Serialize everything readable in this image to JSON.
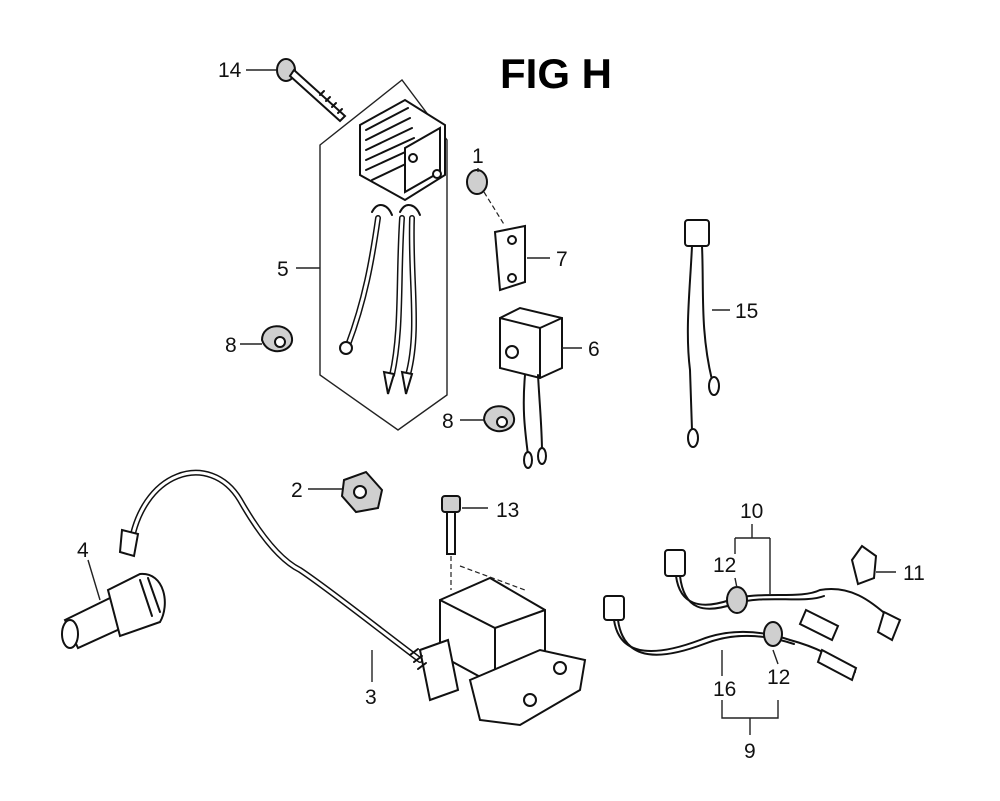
{
  "title": "FIG H",
  "callouts": {
    "c1": "1",
    "c2": "2",
    "c3": "3",
    "c4": "4",
    "c5": "5",
    "c6": "6",
    "c7": "7",
    "c8a": "8",
    "c8b": "8",
    "c9": "9",
    "c10": "10",
    "c11": "11",
    "c12a": "12",
    "c12b": "12",
    "c13": "13",
    "c14": "14",
    "c15": "15",
    "c16": "16"
  }
}
